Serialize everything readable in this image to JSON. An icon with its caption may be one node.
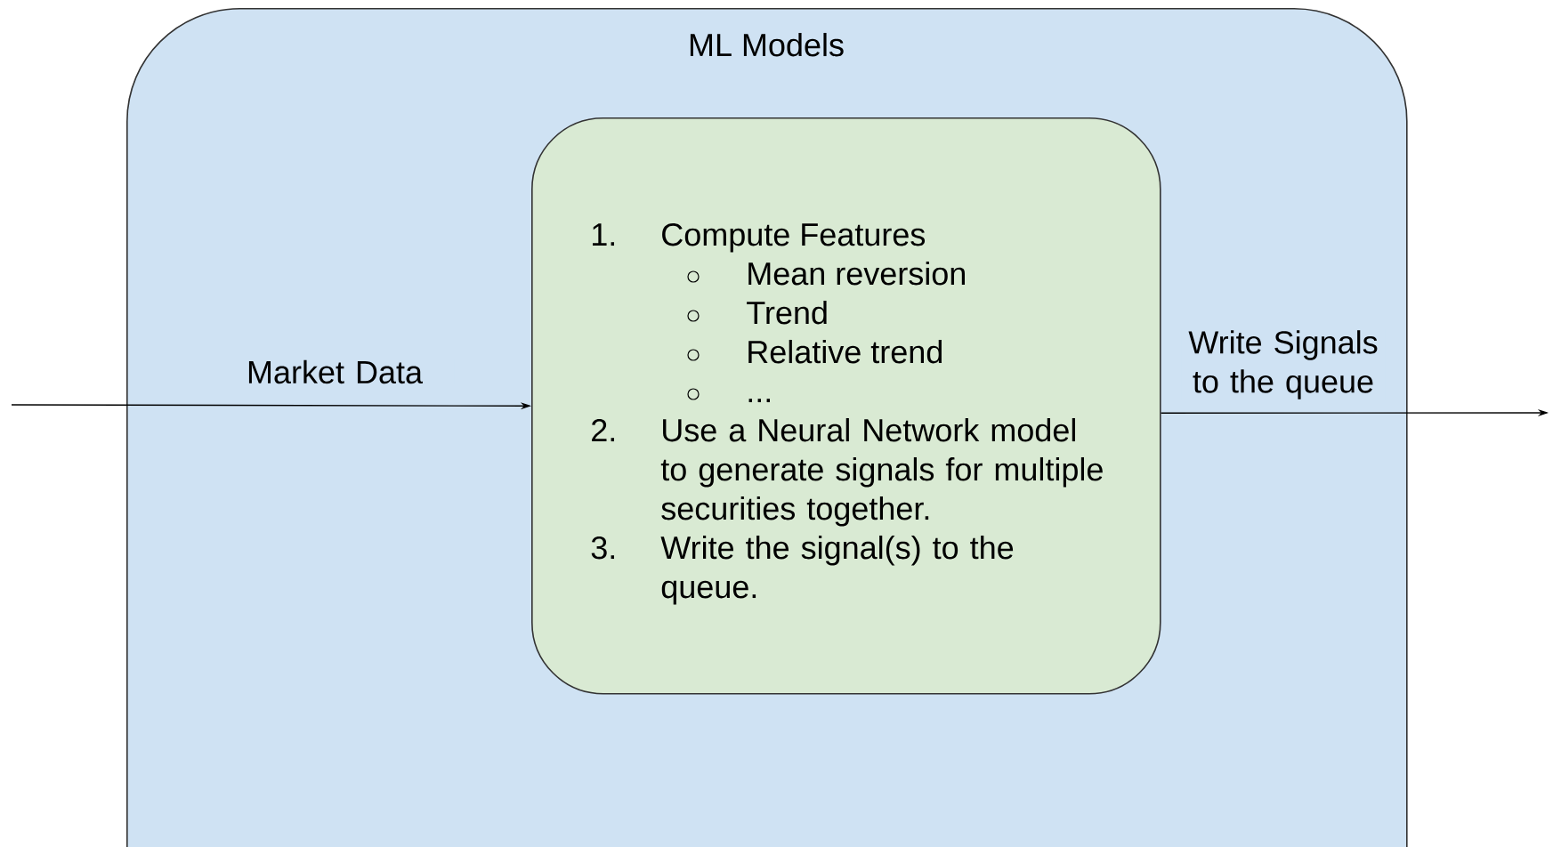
{
  "diagram": {
    "nodes": [
      {
        "text": [
          "ML Models"
        ]
      },
      {
        "text": [
          "1.",
          "Compute Features",
          "Mean reversion",
          "Trend",
          "Relative trend",
          "...",
          "2.",
          "Use a Neural Network model to generate signals for multiple securities together.",
          "3.",
          "Write the signal(s) to the queue."
        ],
        "in": 0
      }
    ],
    "edges": [
      {
        "from": null,
        "to": 1,
        "arrow": "to",
        "label": "Market Data"
      },
      {
        "from": 1,
        "to": null,
        "arrow": "to",
        "label": "Write Signals to the queue"
      }
    ]
  }
}
